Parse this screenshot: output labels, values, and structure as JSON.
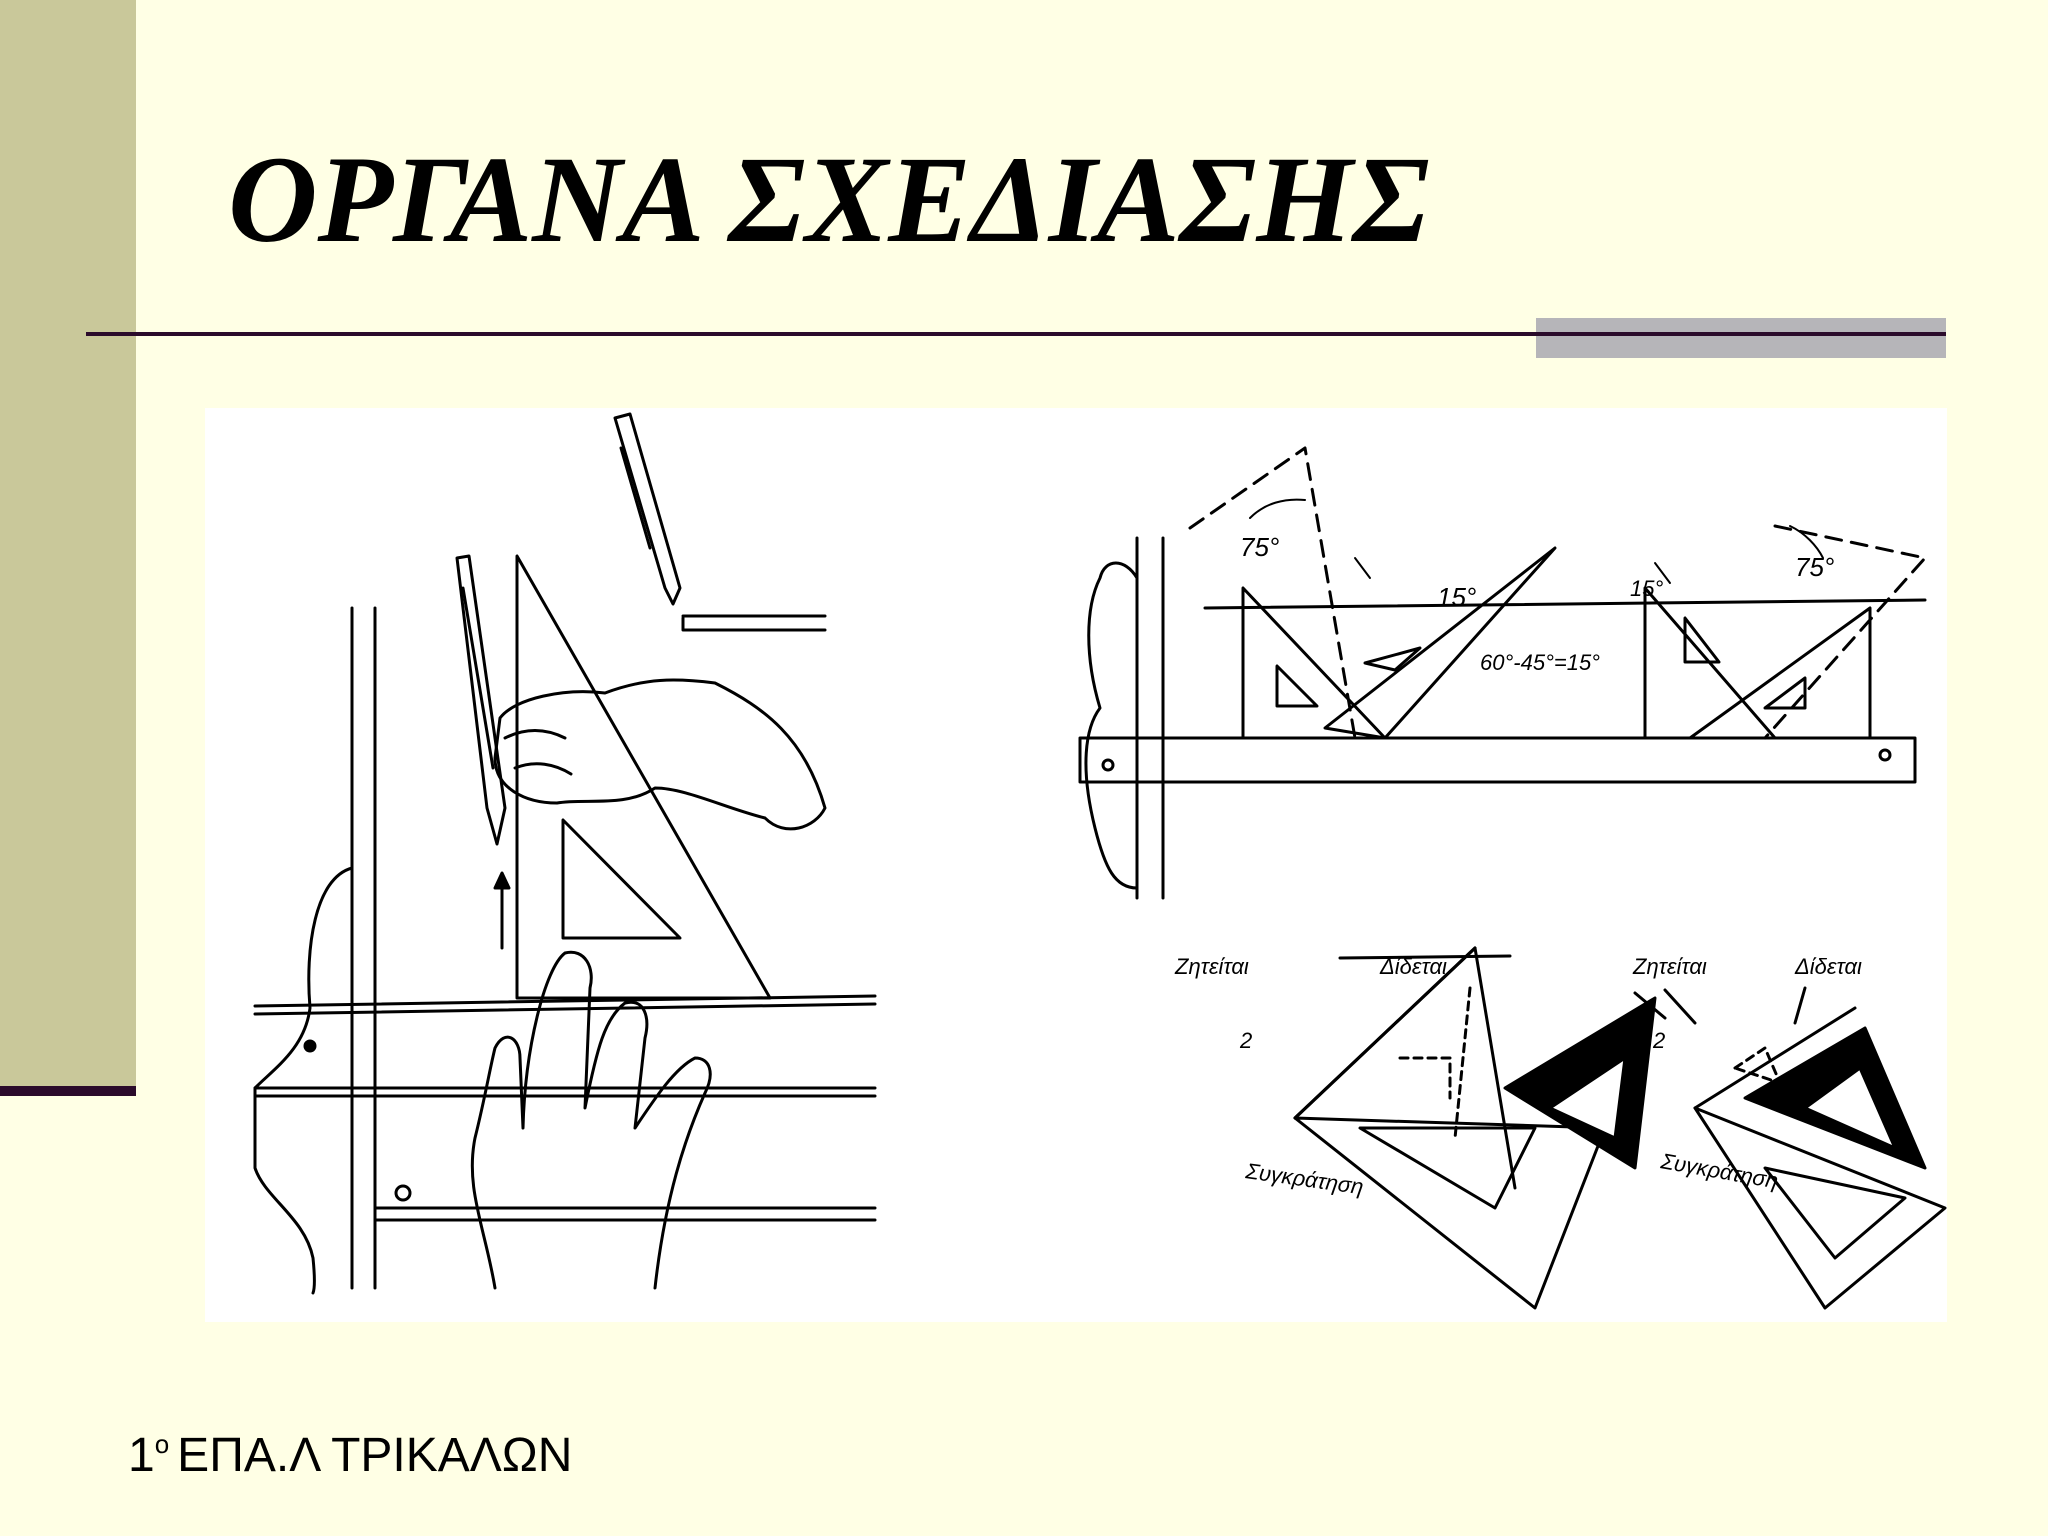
{
  "slide": {
    "title": "ΟΡΓΑΝΑ ΣΧΕΔΙΑΣΗΣ",
    "footer": {
      "number": "1",
      "superscript": "ο",
      "text": "ΕΠΑ.Λ ΤΡΙΚΑΛΩΝ"
    }
  },
  "figure": {
    "angle_labels": [
      "75°",
      "15°",
      "60°-45°=15°",
      "15°",
      "75°"
    ],
    "left_set": {
      "sought": "Ζητείται",
      "given": "Δίδεται",
      "hold": "Συγκράτηση",
      "mark": "2"
    },
    "right_set": {
      "sought": "Ζητείται",
      "given": "Δίδεται",
      "hold": "Συγκράτηση",
      "mark": "2"
    }
  },
  "colors": {
    "background": "#FFFFE5",
    "sidebar": "#C9C89A",
    "rule": "#2B0B2B",
    "rule_shadow": "#B6B5B9"
  }
}
